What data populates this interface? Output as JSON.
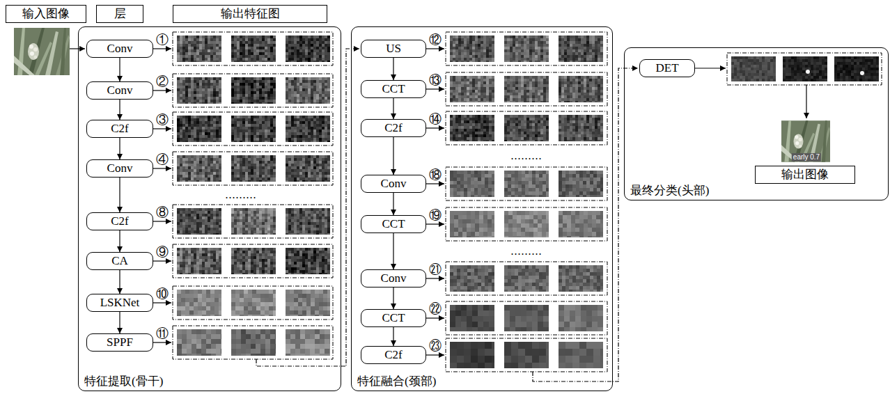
{
  "diagram": {
    "nodes": [
      {
        "text": [
          "输入图像"
        ]
      },
      {
        "text": [
          "层"
        ]
      },
      {
        "text": [
          "输出特征图"
        ]
      },
      {
        "text": [
          "特征提取(骨干)"
        ]
      },
      {
        "text": [
          "Conv"
        ],
        "in": 3
      },
      {
        "text": [
          "Conv"
        ],
        "in": 3
      },
      {
        "text": [
          "C2f"
        ],
        "in": 3
      },
      {
        "text": [
          "Conv"
        ],
        "in": 3
      },
      {
        "text": [
          "C2f"
        ],
        "in": 3
      },
      {
        "text": [
          "CA"
        ],
        "in": 3
      },
      {
        "text": [
          "LSKNet"
        ],
        "in": 3
      },
      {
        "text": [
          "SPPF"
        ],
        "in": 3
      },
      {
        "text": [
          "特征融合(颈部)"
        ]
      },
      {
        "text": [
          "US"
        ],
        "in": 12
      },
      {
        "text": [
          "CCT"
        ],
        "in": 12
      },
      {
        "text": [
          "C2f"
        ],
        "in": 12
      },
      {
        "text": [
          "Conv"
        ],
        "in": 12
      },
      {
        "text": [
          "CCT"
        ],
        "in": 12
      },
      {
        "text": [
          "Conv"
        ],
        "in": 12
      },
      {
        "text": [
          "CCT"
        ],
        "in": 12
      },
      {
        "text": [
          "C2f"
        ],
        "in": 12
      },
      {
        "text": [
          "最终分类(头部)"
        ]
      },
      {
        "text": [
          "DET"
        ],
        "in": 21
      },
      {
        "text": [
          "输出图像"
        ],
        "in": 21
      }
    ],
    "edges": [
      {
        "from": 4,
        "to": 5,
        "arrow": "to"
      },
      {
        "from": 5,
        "to": 6,
        "arrow": "to"
      },
      {
        "from": 6,
        "to": 7,
        "arrow": "to"
      },
      {
        "from": 7,
        "to": 8,
        "arrow": "to"
      },
      {
        "from": 8,
        "to": 9,
        "arrow": "to"
      },
      {
        "from": 9,
        "to": 10,
        "arrow": "to"
      },
      {
        "from": 10,
        "to": 11,
        "arrow": "to"
      },
      {
        "from": 13,
        "to": 14,
        "arrow": "to"
      },
      {
        "from": 14,
        "to": 15,
        "arrow": "to"
      },
      {
        "from": 15,
        "to": 16,
        "arrow": "to"
      },
      {
        "from": 16,
        "to": 17,
        "arrow": "to"
      },
      {
        "from": 17,
        "to": 18,
        "arrow": "to"
      },
      {
        "from": 18,
        "to": 19,
        "arrow": "to"
      },
      {
        "from": 19,
        "to": 20,
        "arrow": "to"
      }
    ],
    "labels": [
      "①",
      "②",
      "③",
      "④",
      ".........",
      "⑧",
      "⑨",
      "⑩",
      "⑪",
      "⑫",
      "⑬",
      "⑭",
      ".........",
      "⑱",
      "⑲",
      ".........",
      "㉑",
      "㉒",
      "㉓",
      "early 0.7"
    ]
  }
}
